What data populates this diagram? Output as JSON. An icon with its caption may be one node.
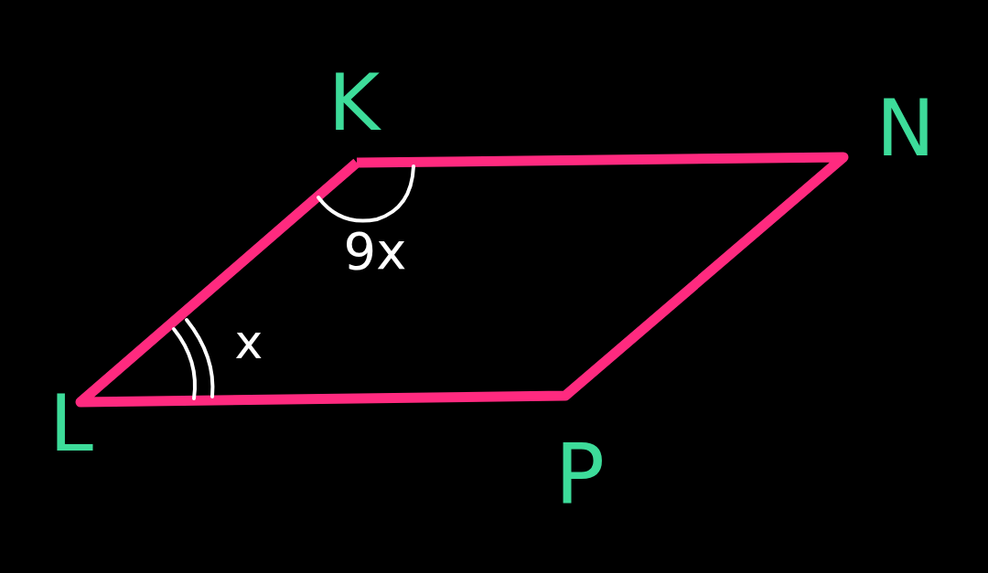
{
  "diagram": {
    "labels": [
      "K",
      "N",
      "9x",
      "x",
      "L",
      "P"
    ]
  }
}
